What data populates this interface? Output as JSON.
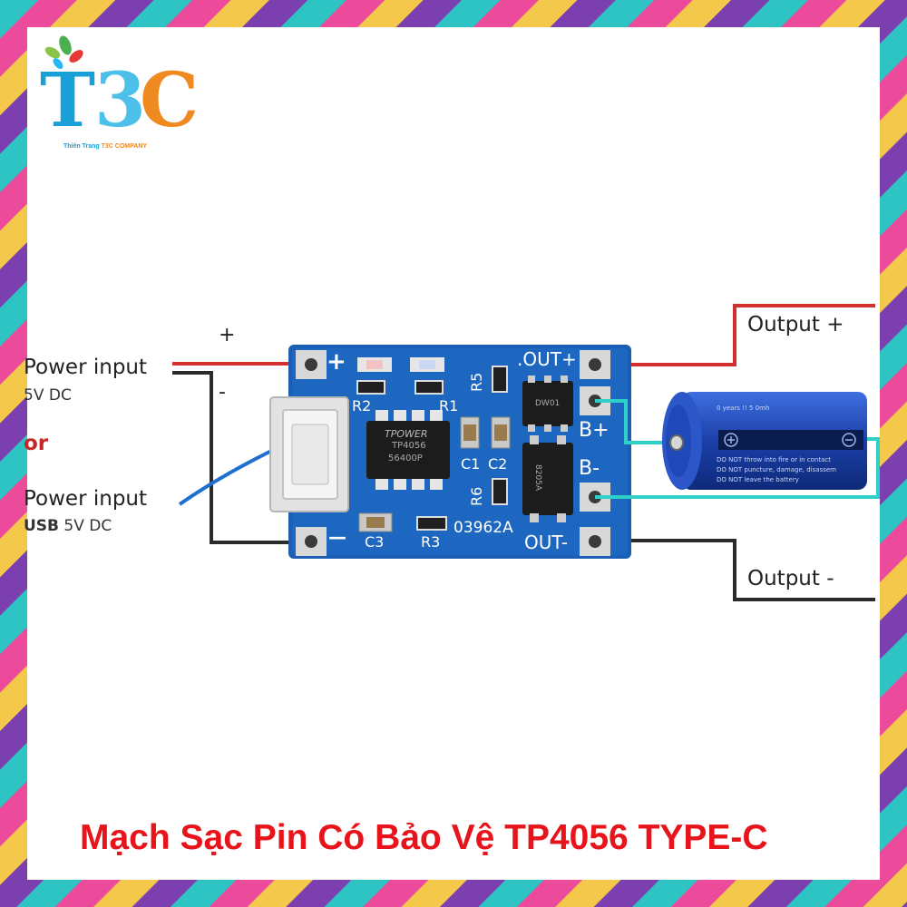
{
  "brand": {
    "logo_letters": [
      "T",
      "3",
      "C"
    ],
    "tagline_prefix": "Thiên Trang ",
    "tagline_brand": "T3C COMPANY",
    "colors": {
      "t": "#1aa0d8",
      "three": "#4cc0e8",
      "c": "#ee8a1f",
      "leaf_green": "#4caf50",
      "leaf_red": "#e53935"
    }
  },
  "border": {
    "stripe_colors": [
      "#2ec4c4",
      "#ec4b9c",
      "#f4c84a",
      "#7b3fb0"
    ]
  },
  "diagram": {
    "plus_sign": "+",
    "minus_sign": "-",
    "power_input_dc": {
      "title": "Power input",
      "subtitle": "5V DC"
    },
    "or_label": "or",
    "power_input_usb": {
      "title": "Power input",
      "subtitle_bold": "USB",
      "subtitle_rest": " 5V DC"
    },
    "output_plus": "Output +",
    "output_minus": "Output -",
    "board": {
      "pad_plus": "+",
      "pad_minus": "—",
      "out_plus": ".OUT+",
      "out_minus": "OUT-",
      "b_plus": "B+",
      "b_minus": "B-",
      "components": [
        "R2",
        "R1",
        "R5",
        "C1",
        "C2",
        "R6",
        "C3",
        "R3"
      ],
      "chip_brand": "TPOWER",
      "chip_model": "TP4056",
      "chip_code": "56400P",
      "board_code": "03962A",
      "small_chip_code": "DW01",
      "mosfet_code": "8205A"
    },
    "battery": {
      "line1": "0 years !! 5 0mh",
      "line2": "DO NOT throw into fire or in contact",
      "line3": "DO NOT puncture, damage, disassem",
      "line4": "DO NOT leave the battery"
    }
  },
  "caption": "Mạch Sạc Pin Có Bảo Vệ TP4056 TYPE-C"
}
